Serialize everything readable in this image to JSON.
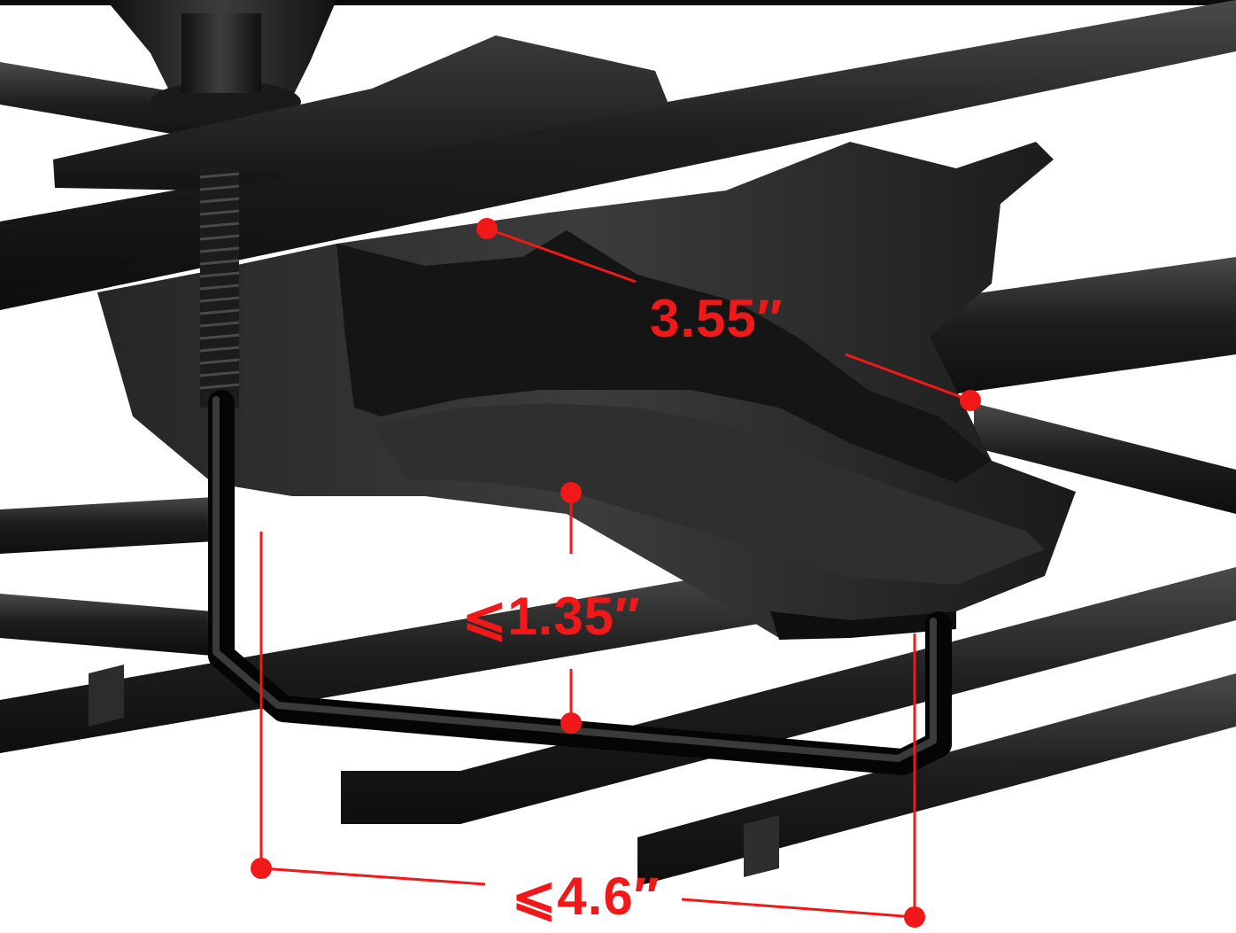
{
  "photo": {
    "subject": "roof-rack-clamp-mount",
    "icons": [
      "clamp-body-icon",
      "u-bolt-icon",
      "knob-icon",
      "rack-bar-icon"
    ]
  },
  "colors": {
    "dimension": "#f01818",
    "product": "#1b1b1b",
    "bar": "#262626",
    "background": "#ffffff"
  },
  "dimensions": {
    "clamp_width": "3.55″",
    "bar_gap": "⩽1.35″",
    "opening_width": "⩽4.6″"
  }
}
